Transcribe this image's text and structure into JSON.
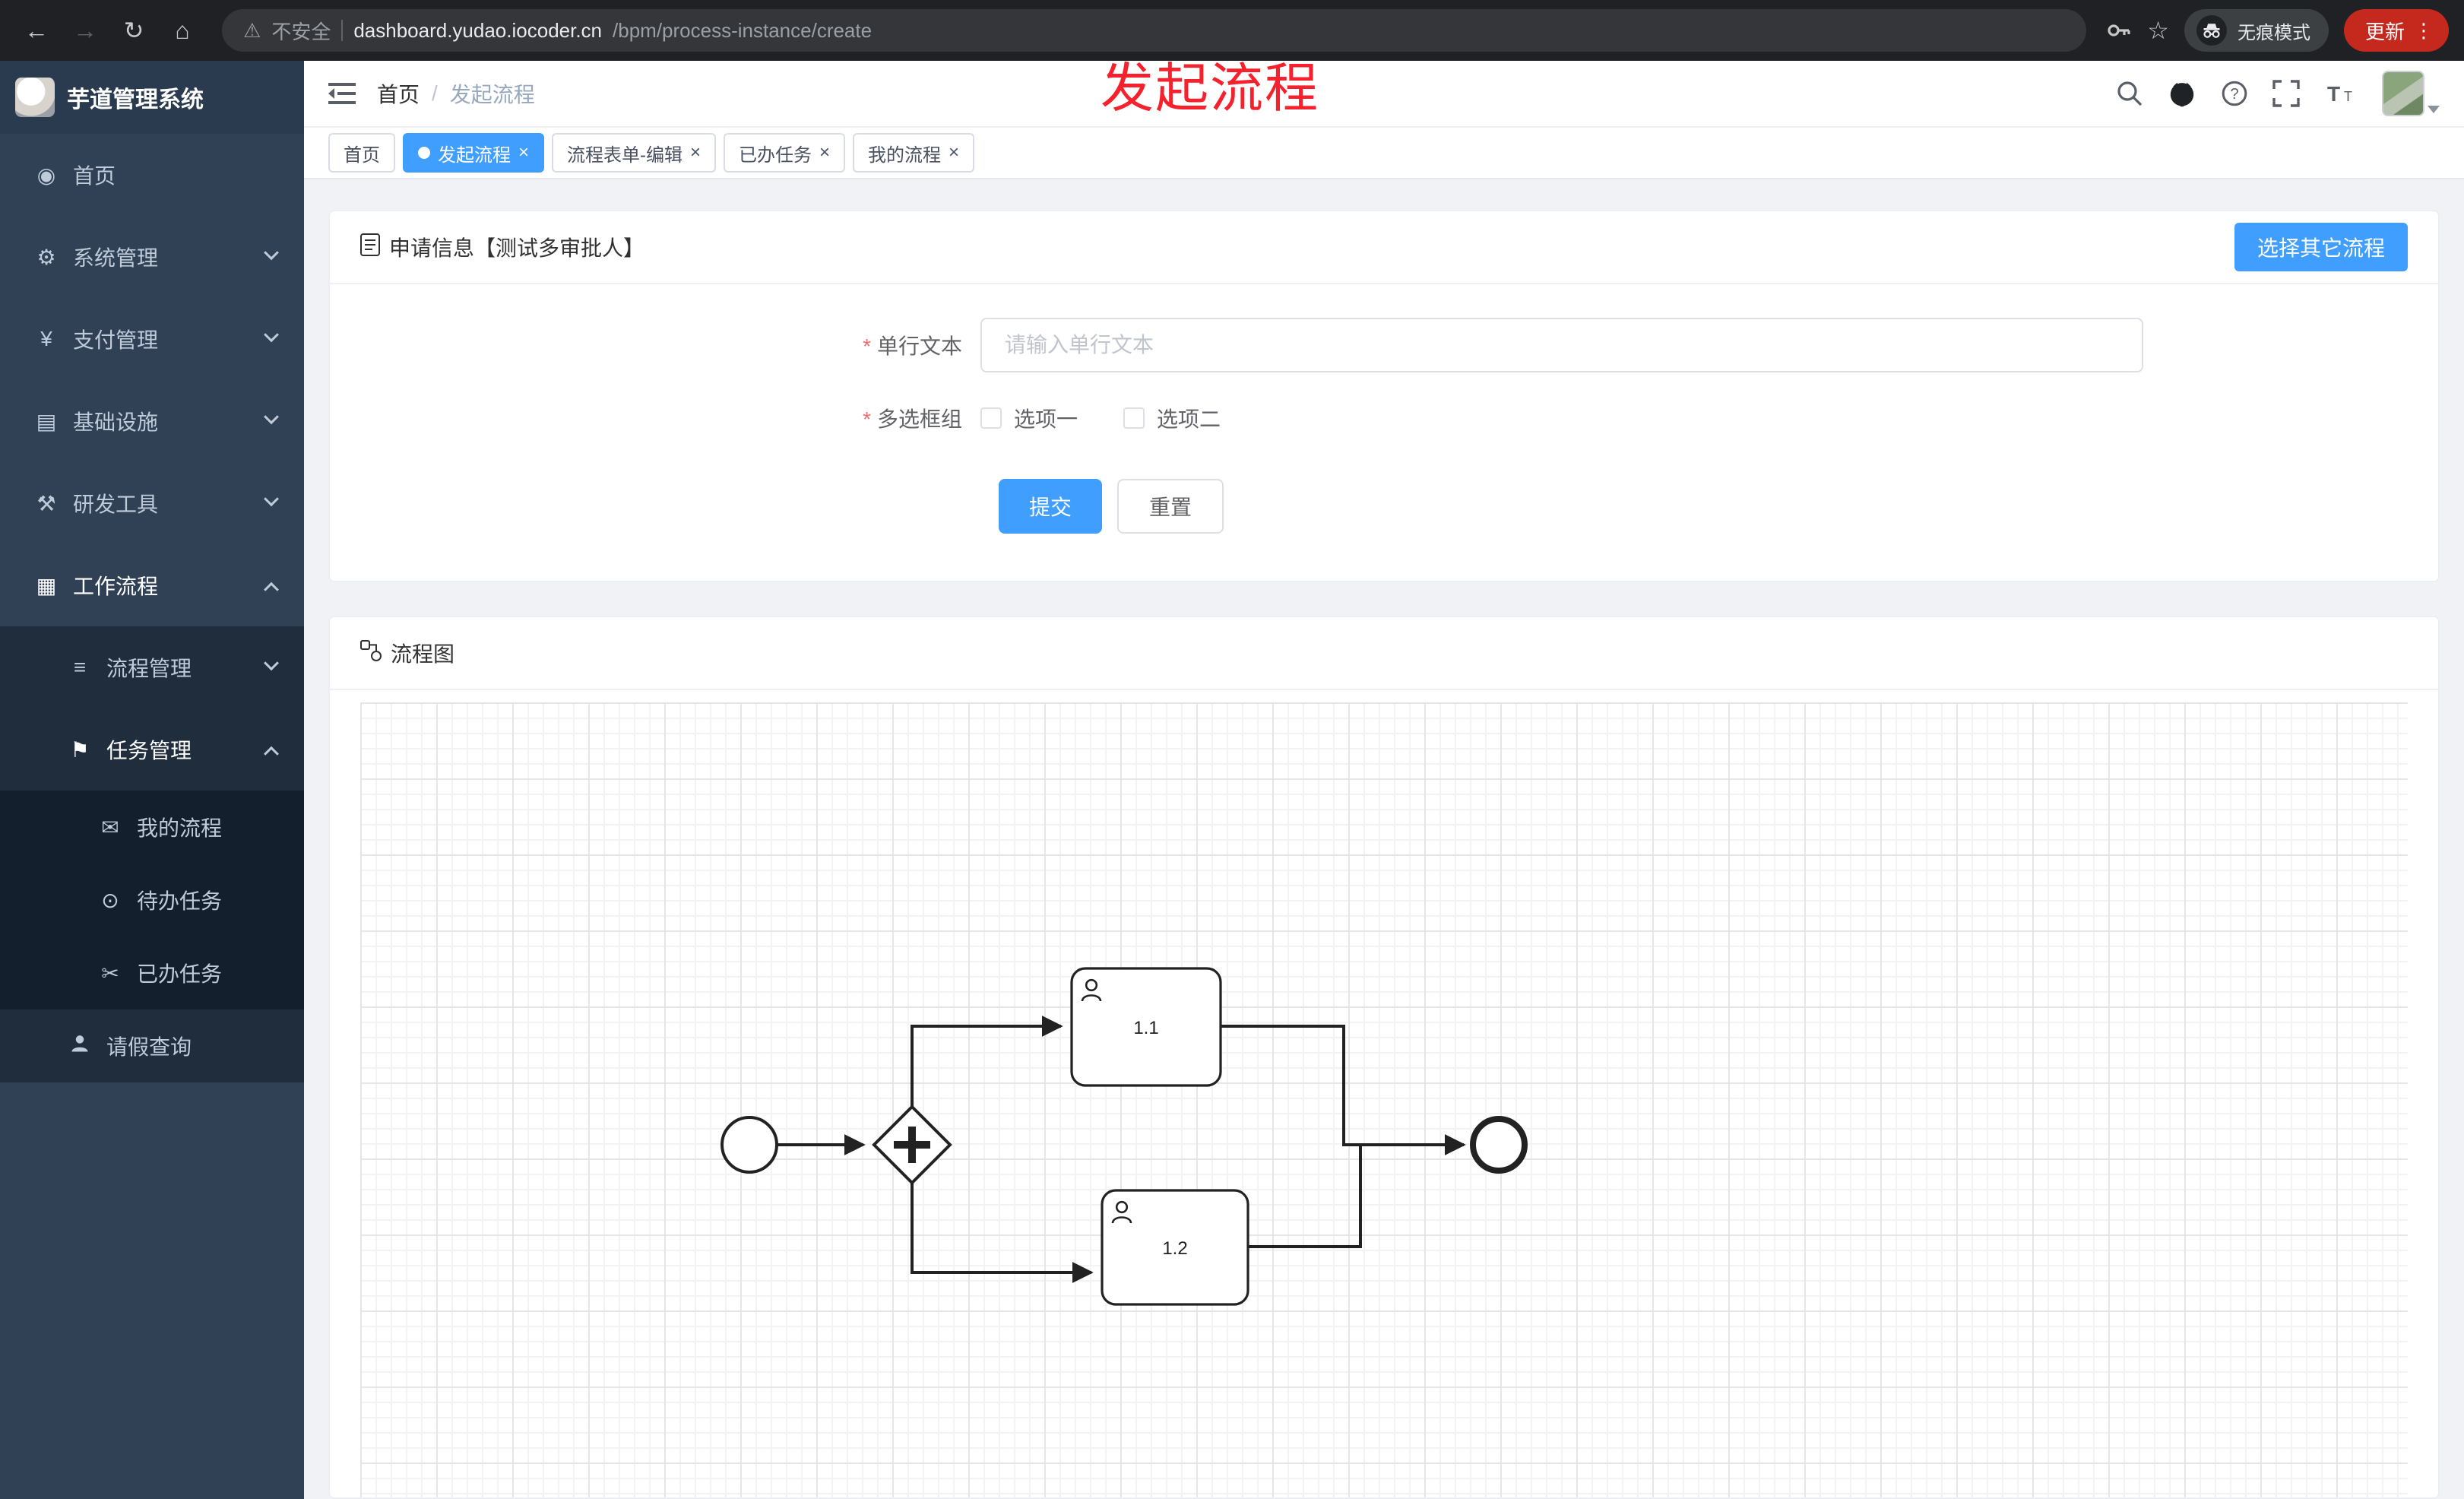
{
  "browser": {
    "security_label": "不安全",
    "url_domain": "dashboard.yudao.iocoder.cn",
    "url_path": "/bpm/process-instance/create",
    "incognito_label": "无痕模式",
    "update_label": "更新"
  },
  "icons": {
    "back": "←",
    "forward": "→",
    "refresh": "↻",
    "home": "⌂",
    "warning": "⚠",
    "star": "☆",
    "more": "⋮",
    "close": "×",
    "dashboard": "◉",
    "gear": "⚙",
    "yen": "¥",
    "infra": "▤",
    "tools": "⚒",
    "workflow": "▦",
    "list": "≡",
    "flag": "⚑",
    "message": "✉",
    "eye": "⊙",
    "scissors": "✂"
  },
  "sidebar": {
    "logo_title": "芋道管理系统",
    "items": [
      {
        "label": "首页"
      },
      {
        "label": "系统管理"
      },
      {
        "label": "支付管理"
      },
      {
        "label": "基础设施"
      },
      {
        "label": "研发工具"
      },
      {
        "label": "工作流程"
      },
      {
        "label": "流程管理"
      },
      {
        "label": "任务管理"
      },
      {
        "label": "我的流程"
      },
      {
        "label": "待办任务"
      },
      {
        "label": "已办任务"
      },
      {
        "label": "请假查询"
      }
    ]
  },
  "header": {
    "breadcrumb_home": "首页",
    "breadcrumb_separator": "/",
    "breadcrumb_current": "发起流程",
    "annotation": "发起流程"
  },
  "tabs": [
    {
      "label": "首页"
    },
    {
      "label": "发起流程"
    },
    {
      "label": "流程表单-编辑"
    },
    {
      "label": "已办任务"
    },
    {
      "label": "我的流程"
    }
  ],
  "form_card": {
    "title": "申请信息【测试多审批人】",
    "select_other_label": "选择其它流程",
    "field_text": {
      "label": "单行文本",
      "placeholder": "请输入单行文本"
    },
    "field_checkbox": {
      "label": "多选框组",
      "option1": "选项一",
      "option2": "选项二"
    },
    "submit_label": "提交",
    "reset_label": "重置"
  },
  "diagram_card": {
    "title": "流程图",
    "task1_label": "1.1",
    "task2_label": "1.2"
  },
  "colors": {
    "primary": "#409eff",
    "annotation_red": "#f5222d",
    "sidebar_bg": "#304156",
    "sidebar_sub_bg": "#1f2d3d"
  }
}
